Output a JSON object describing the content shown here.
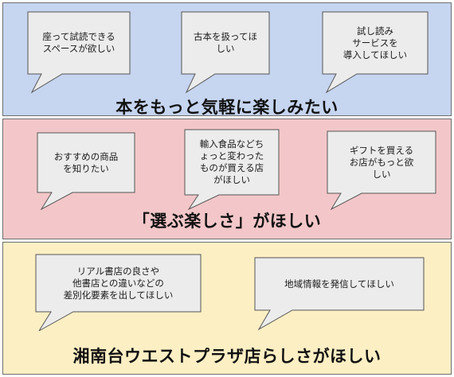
{
  "sections": [
    {
      "heading": "本をもっと気軽に楽しみたい",
      "color": "#c6d5f0",
      "bubbles": [
        {
          "text": "座って試読できる\nスペースが欲しい"
        },
        {
          "text": "古本を扱ってほ\nしい"
        },
        {
          "text": "試し読み\nサービスを\n導入してほしい"
        }
      ]
    },
    {
      "heading": "「選ぶ楽しさ」がほしい",
      "color": "#f3c7c9",
      "bubbles": [
        {
          "text": "おすすめの商品\nを知りたい"
        },
        {
          "text": "輸入食品などち\nょっと変わった\nものが買える店\nがほしい"
        },
        {
          "text": "ギフトを買える\nお店がもっと欲\nしい"
        }
      ]
    },
    {
      "heading": "湘南台ウエストプラザ店らしさがほしい",
      "color": "#fdefc4",
      "bubbles": [
        {
          "text": "リアル書店の良さや\n他書店との違いなどの\n差別化要素を出してほしい"
        },
        {
          "text": "地域情報を発信してほしい"
        }
      ]
    }
  ]
}
